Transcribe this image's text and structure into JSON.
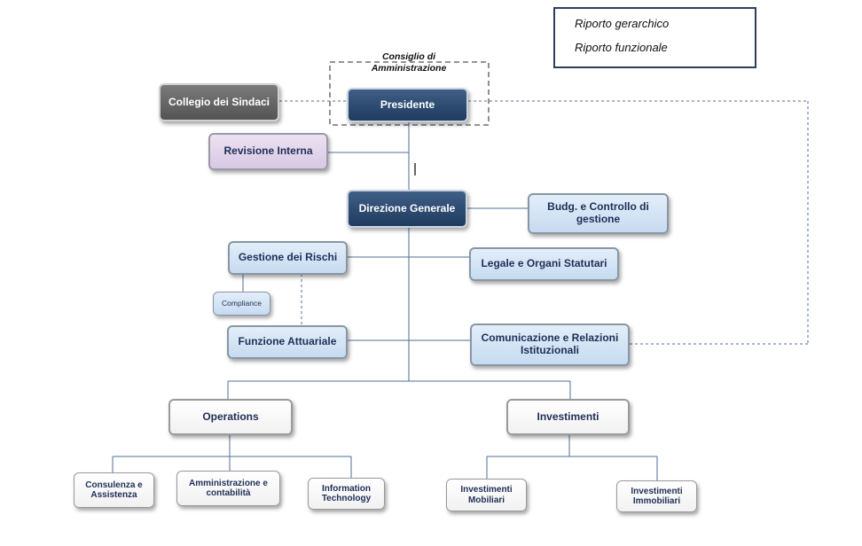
{
  "legend": {
    "hierarchical": "Riporto gerarchico",
    "functional": "Riporto funzionale"
  },
  "board": {
    "label": "Consiglio di Amministrazione"
  },
  "nodes": {
    "presidente": "Presidente",
    "collegio_sindaci": "Collegio dei Sindaci",
    "revisione_interna": "Revisione Interna",
    "direzione_generale": "Direzione Generale",
    "budget_controllo": "Budg. e Controllo di gestione",
    "gestione_rischi": "Gestione dei Rischi",
    "legale": "Legale e Organi Statutari",
    "compliance": "Compliance",
    "funzione_attuariale": "Funzione Attuariale",
    "comunicazione": "Comunicazione e Relazioni Istituzionali",
    "operations": "Operations",
    "investimenti": "Investimenti",
    "consulenza": "Consulenza e Assistenza",
    "amministrazione": "Amministrazione e contabilità",
    "information_technology": "Information Technology",
    "investimenti_mobiliari": "Investimenti Mobiliari",
    "investimenti_immobiliari": "Investimenti Immobiliari"
  },
  "colors": {
    "navy": "#1f3a5f",
    "line": "#4f6f94",
    "text_dark": "#1f2f56"
  }
}
